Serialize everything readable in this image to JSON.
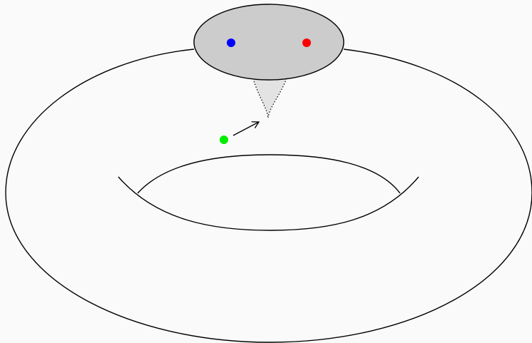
{
  "colors": {
    "background": "#fafafa",
    "stroke": "#000000",
    "ellipse_fill": "#cccccc",
    "cusp_fill": "#e3e3e3",
    "dot_blue": "#0000ff",
    "dot_red": "#ff0000",
    "dot_green": "#00ee00"
  },
  "shapes": [
    "torus-outline",
    "torus-hole-curves",
    "gray-ellipse",
    "cusp-region",
    "arrow"
  ],
  "dots": [
    {
      "name": "blue-dot",
      "color_key": "dot_blue"
    },
    {
      "name": "red-dot",
      "color_key": "dot_red"
    },
    {
      "name": "green-dot",
      "color_key": "dot_green"
    }
  ]
}
